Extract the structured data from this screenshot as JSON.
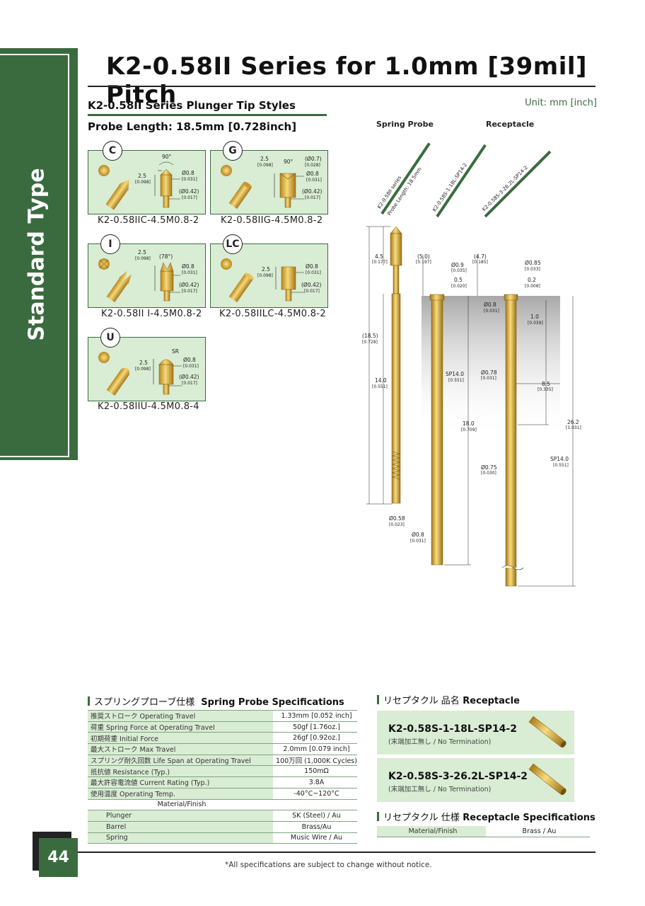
{
  "sidebar": {
    "label": "Standard Type"
  },
  "header": {
    "title": "K2-0.58II Series for 1.0mm [39mil] Pitch",
    "section_title": "K2-0.58II Series Plunger Tip Styles",
    "unit": "Unit: mm [inch]",
    "probe_length": "Probe Length: 18.5mm [0.728inch]"
  },
  "tips": [
    {
      "letter": "C",
      "name": "K2-0.58IIC-4.5M0.8-2",
      "angle": "90°",
      "len": "2.5",
      "len_in": "[0.098]",
      "d1": "Ø0.8",
      "d1_in": "[0.031]",
      "d2": "(Ø0.42)",
      "d2_in": "[0.017]"
    },
    {
      "letter": "G",
      "name": "K2-0.58IIG-4.5M0.8-2",
      "angle": "90°",
      "len": "2.5",
      "len_in": "[0.098]",
      "d0": "(Ø0.7)",
      "d0_in": "[0.028]",
      "d1": "Ø0.8",
      "d1_in": "[0.031]",
      "d2": "(Ø0.42)",
      "d2_in": "[0.017]"
    },
    {
      "letter": "I",
      "name": "K2-0.58II I-4.5M0.8-2",
      "angle": "(78°)",
      "len": "2.5",
      "len_in": "[0.098]",
      "d1": "Ø0.8",
      "d1_in": "[0.031]",
      "d2": "(Ø0.42)",
      "d2_in": "[0.017]"
    },
    {
      "letter": "LC",
      "name": "K2-0.58IILC-4.5M0.8-2",
      "len": "2.5",
      "len_in": "[0.098]",
      "d1": "Ø0.8",
      "d1_in": "[0.031]",
      "d2": "(Ø0.42)",
      "d2_in": "[0.017]"
    },
    {
      "letter": "U",
      "name": "K2-0.58IIU-4.5M0.8-4",
      "sr": "SR",
      "len": "2.5",
      "len_in": "[0.098]",
      "d1": "Ø0.8",
      "d1_in": "[0.031]",
      "d2": "(Ø0.42)",
      "d2_in": "[0.017]"
    }
  ],
  "drawing": {
    "col_spring": "Spring Probe",
    "col_receptacle": "Receptacle",
    "tag1_line1": "K2-0.58II series",
    "tag1_line2": "Probe Length: 18.5mm",
    "tag2": "K2-0.58S-1-18L-SP14-2",
    "tag3": "K2-0.58S-3-26.2L-SP14-2",
    "dims": {
      "d45": "4.5",
      "d45_in": "[0.177]",
      "d50": "(5.0)",
      "d50_in": "[0.197]",
      "d09": "Ø0.9",
      "d09_in": "[0.035]",
      "d47": "(4.7)",
      "d47_in": "[0.185]",
      "d085": "Ø0.85",
      "d085_in": "[0.033]",
      "d05": "0.5",
      "d05_in": "[0.020]",
      "d02": "0.2",
      "d02_in": "[0.008]",
      "d08a": "Ø0.8",
      "d08a_in": "[0.031]",
      "d10": "1.0",
      "d10_in": "[0.039]",
      "d185": "(18.5)",
      "d185_in": "[0.728]",
      "sp14a": "SP14.0",
      "sp14a_in": "[0.551]",
      "d078": "Ø0.78",
      "d078_in": "[0.031]",
      "d85": "8.5",
      "d85_in": "[0.335]",
      "d140": "14.0",
      "d140_in": "[0.551]",
      "d180": "18.0",
      "d180_in": "[0.709]",
      "d262": "26.2",
      "d262_in": "[1.031]",
      "sp14b": "SP14.0",
      "sp14b_in": "[0.551]",
      "d075": "Ø0.75",
      "d075_in": "[0.030]",
      "d058": "Ø0.58",
      "d058_in": "[0.023]",
      "d08b": "Ø0.8",
      "d08b_in": "[0.031]"
    }
  },
  "spring_spec": {
    "heading_jp": "スプリングプローブ仕様",
    "heading_en": "Spring Probe Specifications",
    "rows": [
      {
        "label": "推奨ストローク Operating Travel",
        "value": "1.33mm [0.052 inch]"
      },
      {
        "label": "荷重 Spring Force at Operating Travel",
        "value": "50gf [1.76oz.]"
      },
      {
        "label": "初期荷重 Initial Force",
        "value": "26gf [0.92oz.]"
      },
      {
        "label": "最大ストローク Max Travel",
        "value": "2.0mm [0.079 inch]"
      },
      {
        "label": "スプリング耐久回数 Life Span at Operating Travel",
        "value": "100万回 (1,000K Cycles)"
      },
      {
        "label": "抵抗値 Resistance (Typ.)",
        "value": "150mΩ"
      },
      {
        "label": "最大許容電流値 Current Rating (Typ.)",
        "value": "3.8A"
      },
      {
        "label": "使用温度 Operating Temp.",
        "value": "-40°C~120°C"
      }
    ],
    "material_header": "Material/Finish",
    "materials": [
      {
        "label": "Plunger",
        "value": "SK (Steel) / Au"
      },
      {
        "label": "Barrel",
        "value": "Brass/Au"
      },
      {
        "label": "Spring",
        "value": "Music Wire / Au"
      }
    ]
  },
  "receptacle": {
    "heading_jp": "リセプタクル 品名",
    "heading_en": "Receptacle",
    "items": [
      {
        "name": "K2-0.58S-1-18L-SP14-2",
        "note": "(末端加工無し / No Termination)"
      },
      {
        "name": "K2-0.58S-3-26.2L-SP14-2",
        "note": "(末端加工無し / No Termination)"
      }
    ],
    "spec_heading_jp": "リセプタクル 仕様",
    "spec_heading_en": "Receptacle Specifications",
    "spec_label": "Material/Finish",
    "spec_value": "Brass / Au"
  },
  "footer": {
    "page_number": "44",
    "note": "*All specifications are subject to change without notice."
  },
  "colors": {
    "green": "#3a6b3f",
    "light_green": "#d9ecd4",
    "gold": "#d4a82a"
  }
}
